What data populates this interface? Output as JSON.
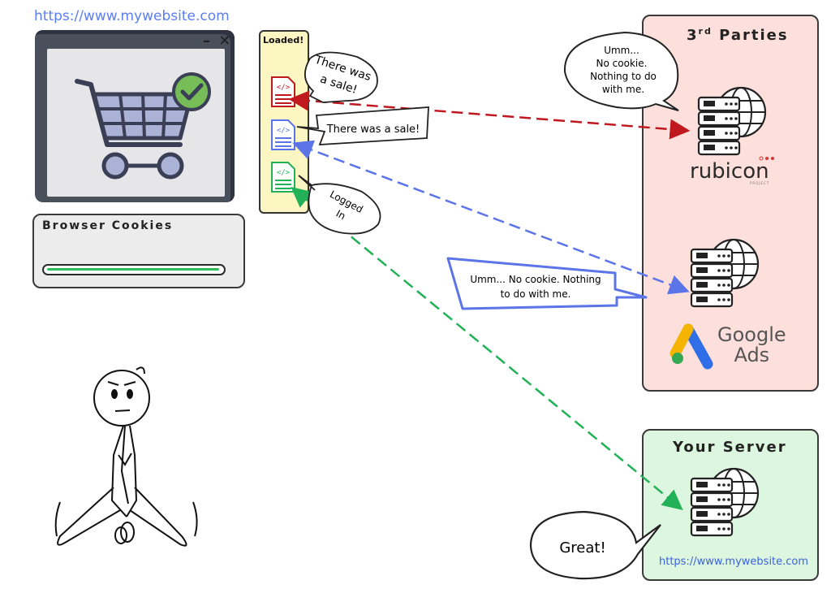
{
  "browser": {
    "url": "https://www.mywebsite.com",
    "window_controls": "– ✕",
    "cookies_title": "Browser Cookies"
  },
  "loaded_panel": {
    "label": "Loaded!"
  },
  "third_parties": {
    "title": "3",
    "title_sup": "rd",
    "title_rest": " Parties",
    "rubicon_label": "rubicon",
    "rubicon_sub": "PROJECT",
    "google_label_line1": "Google",
    "google_label_line2": "Ads"
  },
  "your_server": {
    "title": "Your Server",
    "url": "https://www.mywebsite.com"
  },
  "bubbles": {
    "sale_small_1": "There was",
    "sale_small_2": "a sale!",
    "sale_rect": "There was a sale!",
    "logged_1": "Logged",
    "logged_2": "In",
    "rubicon_reply_1": "Umm...",
    "rubicon_reply_2": "No cookie.",
    "rubicon_reply_3": "Nothing to do",
    "rubicon_reply_4": "with me.",
    "google_reply_1": "Umm... No cookie. Nothing",
    "google_reply_2": "to do with me.",
    "server_reply": "Great!"
  },
  "colors": {
    "red_arrow": "#c0181f",
    "blue_arrow": "#5b74e8",
    "green_arrow": "#22b157",
    "third_party_bg": "#fde0dc",
    "server_bg": "#ddf6df",
    "loaded_bg": "#fbf6c2"
  },
  "icons": [
    "browser-window-icon",
    "shopping-cart-icon",
    "check-icon",
    "code-file-icon",
    "server-globe-icon",
    "rubicon-logo",
    "google-ads-logo",
    "stick-figure"
  ]
}
